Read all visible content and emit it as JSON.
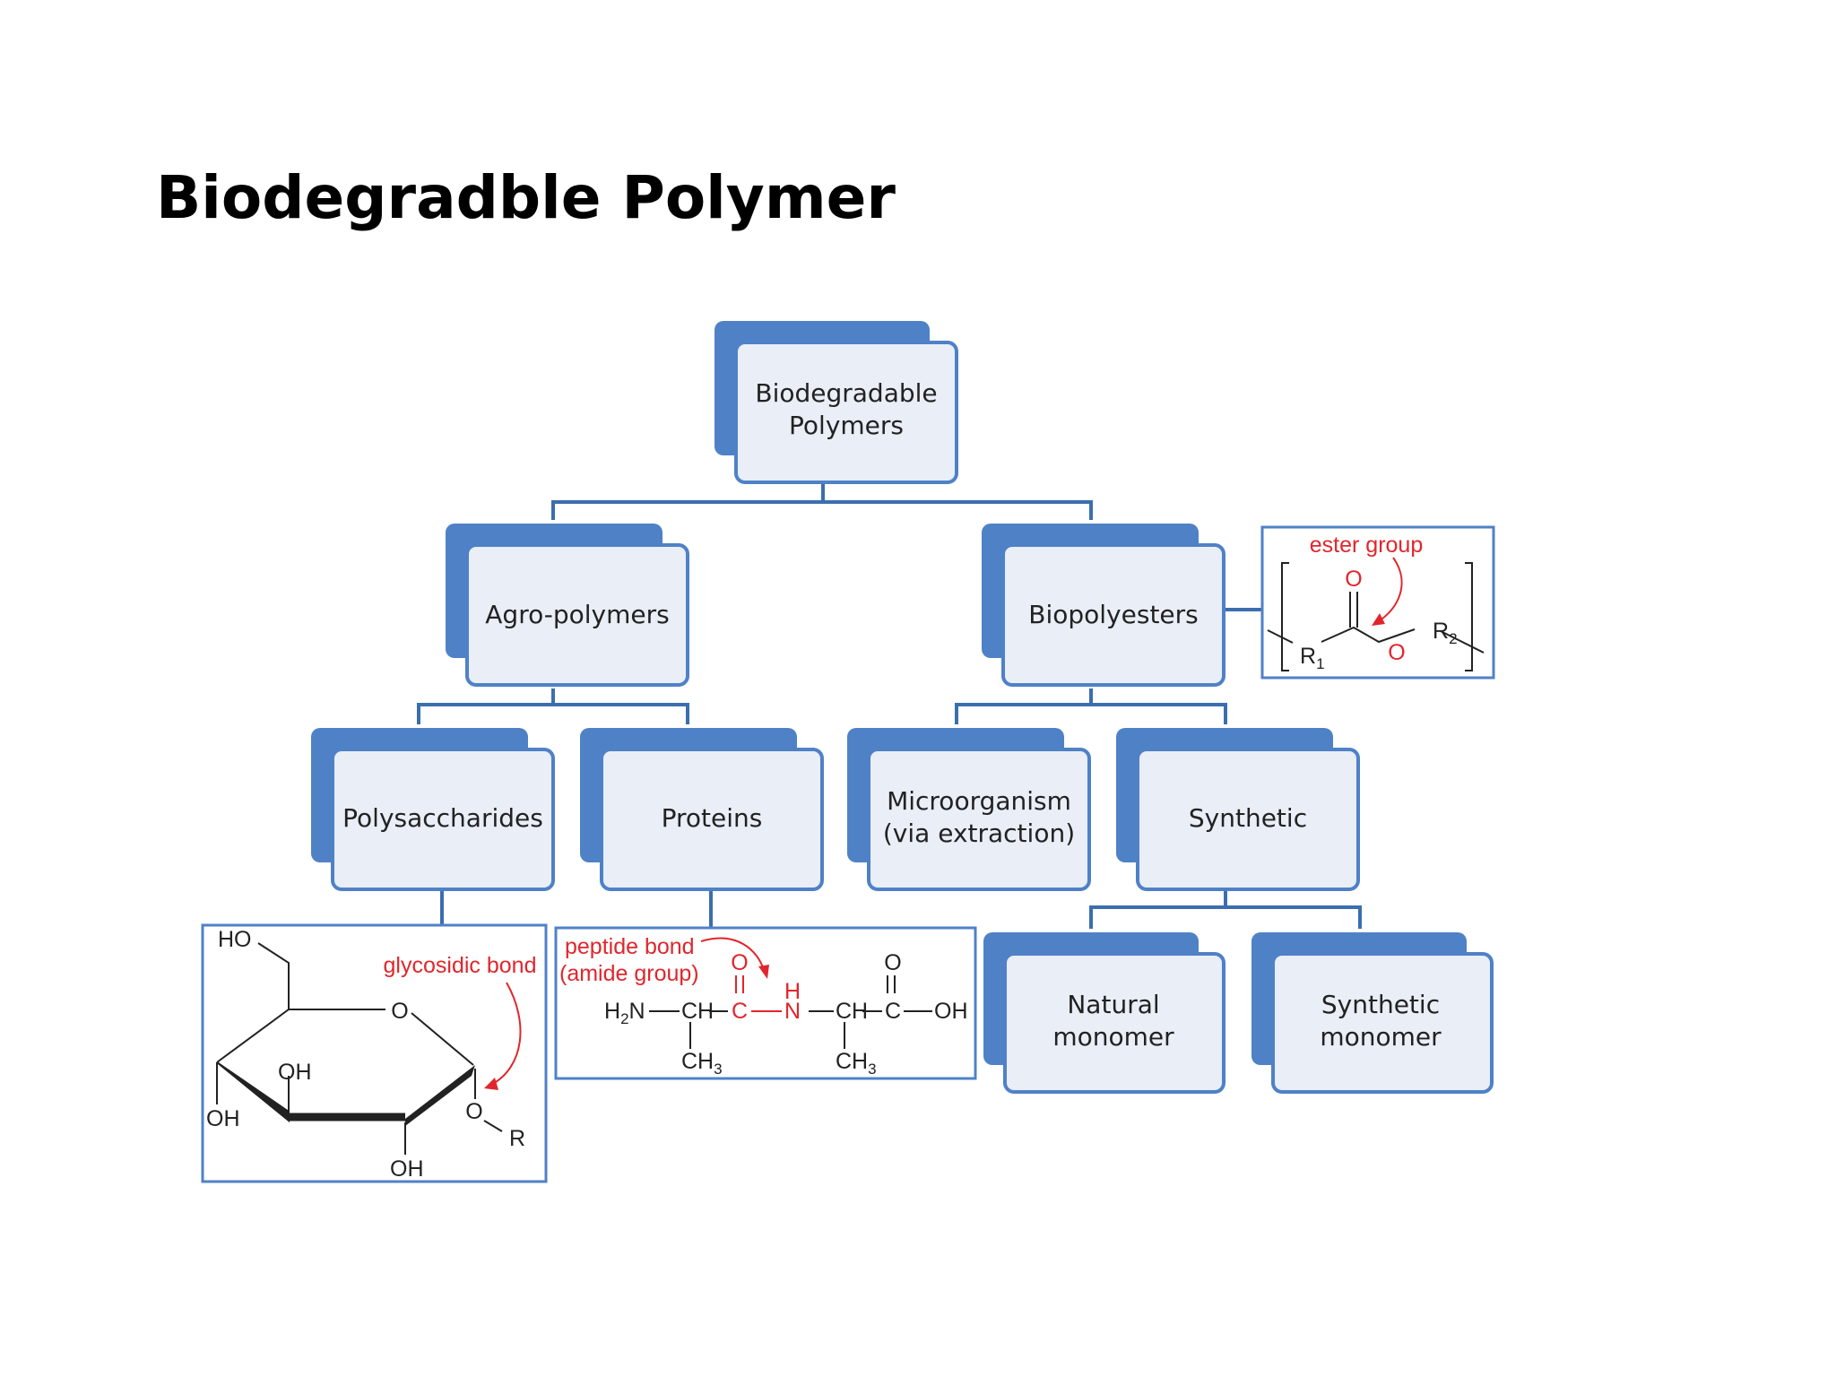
{
  "slide": {
    "title": "Biodegradble Polymer"
  },
  "colors": {
    "node_shadow": "#4f81c7",
    "node_face": "#e9eef7",
    "node_border": "#4f81c7",
    "connector": "#3b6eaf",
    "annotation_red": "#e0262c"
  },
  "diagram": {
    "root": {
      "line1": "Biodegradable",
      "line2": "Polymers"
    },
    "agro": {
      "label": "Agro-polymers"
    },
    "biopolyesters": {
      "label": "Biopolyesters"
    },
    "polysaccharides": {
      "label": "Polysaccharides"
    },
    "proteins": {
      "label": "Proteins"
    },
    "microorganism": {
      "line1": "Microorganism",
      "line2": "(via extraction)"
    },
    "synthetic": {
      "label": "Synthetic"
    },
    "natural_monomer": {
      "line1": "Natural",
      "line2": "monomer"
    },
    "synthetic_monomer": {
      "line1": "Synthetic",
      "line2": "monomer"
    }
  },
  "structures": {
    "ester": {
      "note": "ester group",
      "carbonyl_o": "O",
      "ester_o": "O",
      "r1": "R",
      "r1_sub": "1",
      "r2": "R",
      "r2_sub": "2"
    },
    "glycoside": {
      "note": "glycosidic bond",
      "ho": "HO",
      "ring_o": "O",
      "oh_inner": "OH",
      "oh_left": "OH",
      "oh_bottom": "OH",
      "o_link": "O",
      "r": "R"
    },
    "peptide": {
      "note_line1": "peptide bond",
      "note_line2": "(amide group)",
      "h": "H",
      "h2": "2",
      "n_left": "N",
      "ch1": "CH",
      "c_amide": "C",
      "n_amide": "N",
      "ch2": "CH",
      "c_acid": "C",
      "oh": "OH",
      "o_amide": "O",
      "o_acid": "O",
      "ch3_left": "CH",
      "ch3_right": "CH",
      "sub3": "3"
    }
  }
}
